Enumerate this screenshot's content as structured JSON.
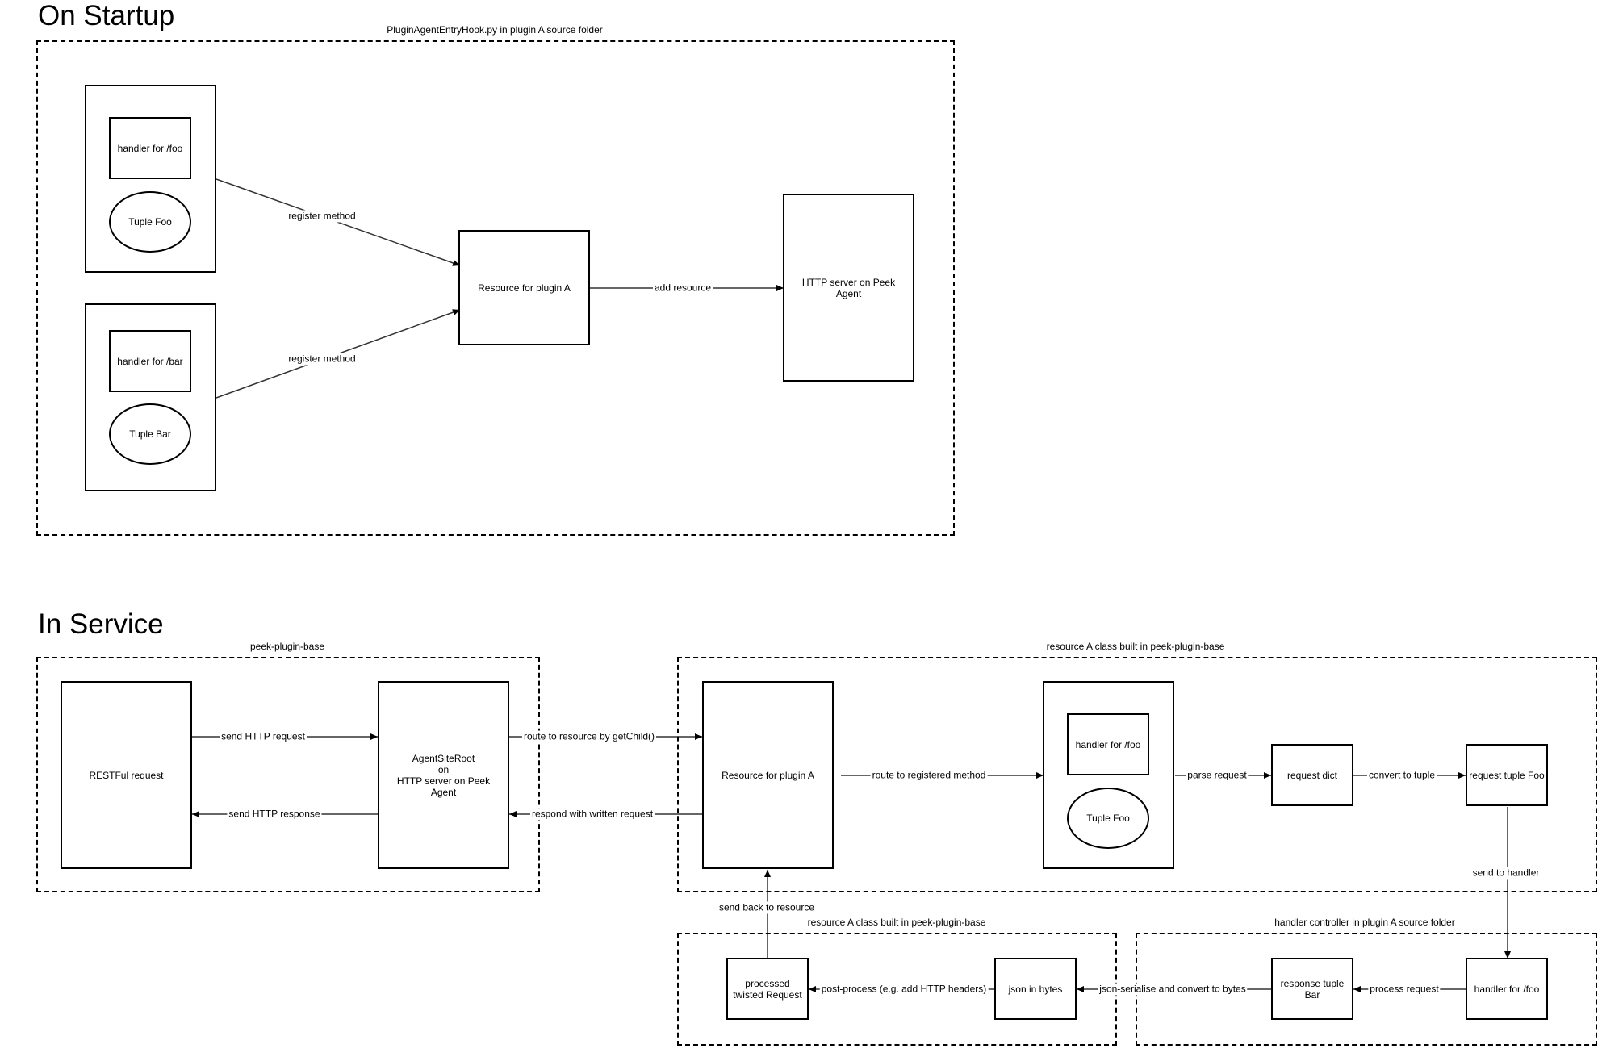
{
  "sections": {
    "startup": "On Startup",
    "service": "In Service"
  },
  "groups": {
    "entry_hook": "PluginAgentEntryHook.py in plugin A source folder",
    "peek_plugin_base": "peek-plugin-base",
    "resource_class": "resource A class built in peek-plugin-base",
    "resource_class_bottom": "resource A class built in peek-plugin-base",
    "handler_controller": "handler controller in plugin A source folder"
  },
  "startup": {
    "handler_foo": "handler for /foo",
    "tuple_foo": "Tuple Foo",
    "handler_bar": "handler for /bar",
    "tuple_bar": "Tuple Bar",
    "resource": "Resource for plugin A",
    "http_server": "HTTP server on Peek\nAgent",
    "edge_register_foo": "register method",
    "edge_register_bar": "register method",
    "edge_add_resource": "add resource"
  },
  "service": {
    "restful_request": "RESTFul request",
    "agent_site_root": "AgentSiteRoot\non\nHTTP server on Peek\nAgent",
    "resource": "Resource for plugin A",
    "handler_foo": "handler for /foo",
    "tuple_foo": "Tuple Foo",
    "request_dict": "request dict",
    "request_tuple_foo": "request tuple Foo",
    "handler_foo_controller": "handler for /foo",
    "response_tuple_bar": "response tuple\nBar",
    "json_in_bytes": "json in bytes",
    "processed_request": "processed\ntwisted Request",
    "edge_send_http_request": "send HTTP request",
    "edge_send_http_response": "send HTTP response",
    "edge_route_getchild": "route to resource by getChild()",
    "edge_respond_written": "respond with written request",
    "edge_route_registered": "route to registered method",
    "edge_parse_request": "parse request",
    "edge_convert_tuple": "convert to tuple",
    "edge_send_handler": "send to handler",
    "edge_process_request": "process request",
    "edge_json_serialise": "json-serialise and convert to bytes",
    "edge_post_process": "post-process (e.g. add HTTP headers)",
    "edge_send_back": "send back to resource"
  }
}
